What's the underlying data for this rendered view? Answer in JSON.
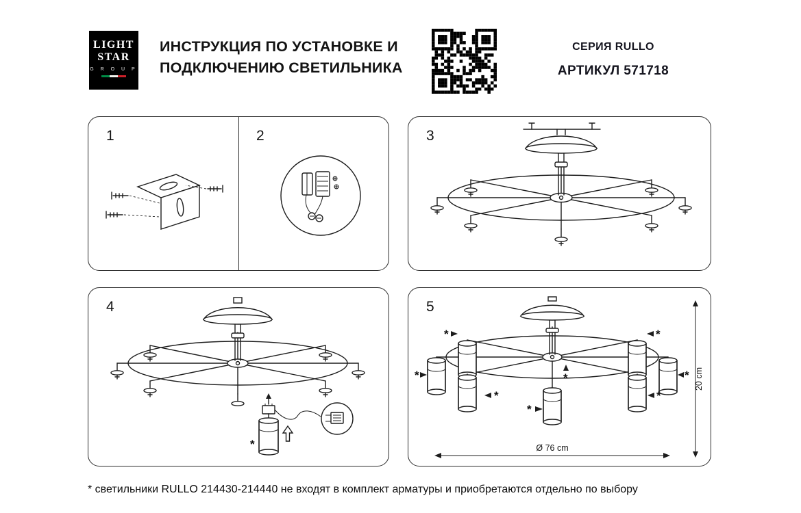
{
  "header": {
    "logo_line1": "LIGHT",
    "logo_line2": "STAR",
    "logo_line3": "G R O U P",
    "title_line1": "ИНСТРУКЦИЯ ПО УСТАНОВКЕ И",
    "title_line2": "ПОДКЛЮЧЕНИЮ СВЕТИЛЬНИКА",
    "series": "СЕРИЯ RULLO",
    "article": "АРТИКУЛ 571718"
  },
  "steps": [
    {
      "number": "1"
    },
    {
      "number": "2"
    },
    {
      "number": "3"
    },
    {
      "number": "4"
    },
    {
      "number": "5"
    }
  ],
  "step5": {
    "height_label": "20 cm",
    "diameter_label": "Ø 76 cm"
  },
  "marks": {
    "asterisk": "*"
  },
  "footnote": "* светильники RULLO 214430-214440 не входят в комплект арматуры и приобретаются отдельно по выбору",
  "colors": {
    "ink": "#1d1d1d",
    "logo_bg": "#000000",
    "flag_green": "#008C45",
    "flag_white": "#F4F5F0",
    "flag_red": "#CD212A"
  }
}
